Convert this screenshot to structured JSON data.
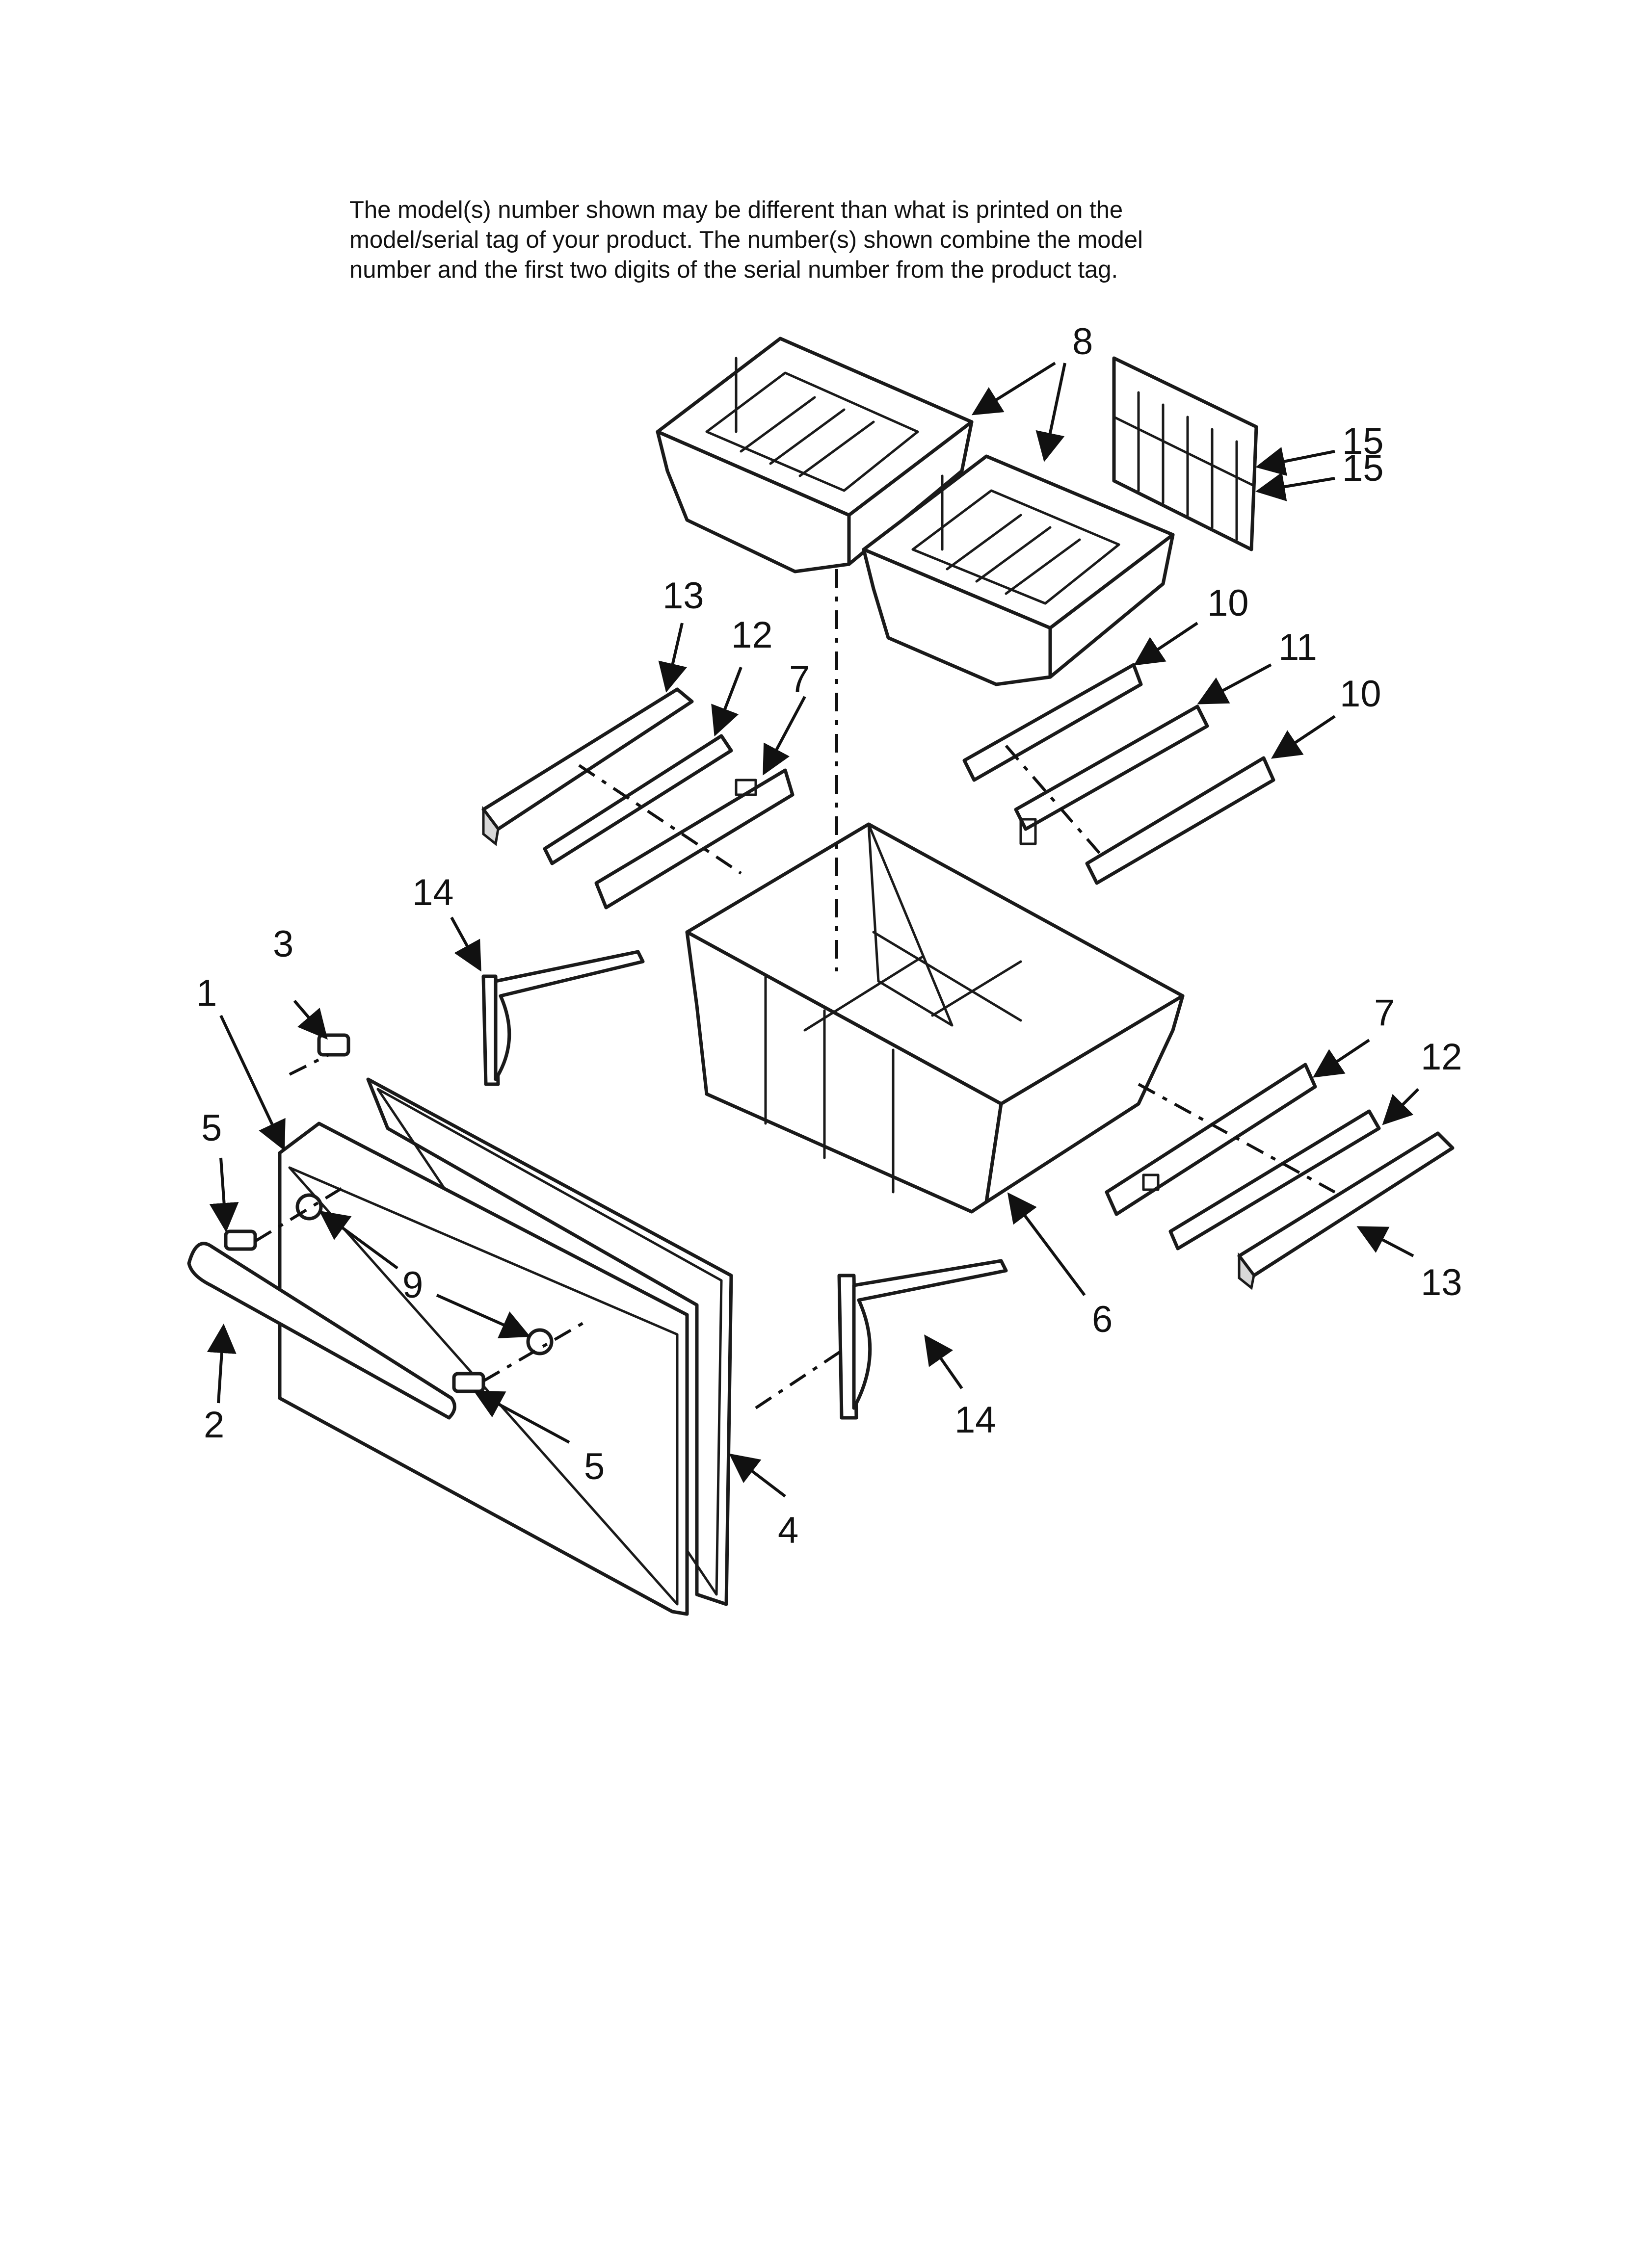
{
  "note": {
    "lines": [
      "The model(s) number shown may be different than what is printed on the",
      "model/serial tag of your product. The number(s) shown combine the model",
      "number and the first two digits of the serial number from the product tag."
    ]
  },
  "callouts": {
    "c1": "1",
    "c2": "2",
    "c3": "3",
    "c4": "4",
    "c5a": "5",
    "c5b": "5",
    "c6": "6",
    "c7a": "7",
    "c7b": "7",
    "c8": "8",
    "c9": "9",
    "c10a": "10",
    "c10b": "10",
    "c11": "11",
    "c12a": "12",
    "c12b": "12",
    "c13a": "13",
    "c13b": "13",
    "c14a": "14",
    "c14b": "14",
    "c15a": "15",
    "c15b": "15"
  }
}
